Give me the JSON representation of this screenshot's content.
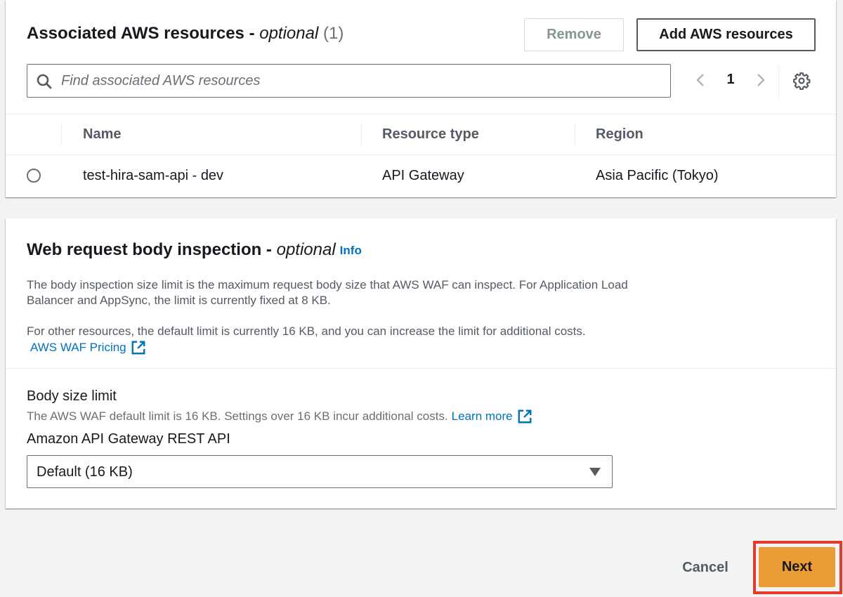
{
  "resources_panel": {
    "title": "Associated AWS resources - ",
    "title_optional": "optional",
    "title_count": " (1)",
    "remove_label": "Remove",
    "add_label": "Add AWS resources",
    "search_placeholder": "Find associated AWS resources",
    "pager_current": "1",
    "columns": [
      "Name",
      "Resource type",
      "Region"
    ],
    "rows": [
      {
        "name": "test-hira-sam-api - dev",
        "type": "API Gateway",
        "region": "Asia Pacific (Tokyo)",
        "selected": false
      }
    ]
  },
  "body_inspection_panel": {
    "title": "Web request body inspection - ",
    "title_optional": "optional",
    "info_label": "Info",
    "paragraph_1": "The body inspection size limit is the maximum request body size that AWS WAF can inspect. For Application Load Balancer and AppSync, the limit is currently fixed at 8 KB.",
    "paragraph_2": "For other resources, the default limit is currently 16 KB, and you can increase the limit for additional costs.",
    "pricing_link": "AWS WAF Pricing",
    "size_limit_label": "Body size limit",
    "size_limit_description": "The AWS WAF default limit is 16 KB. Settings over 16 KB incur additional costs.",
    "learn_more_label": "Learn more",
    "api_label": "Amazon API Gateway REST API",
    "select_value": "Default (16 KB)"
  },
  "footer": {
    "cancel_label": "Cancel",
    "next_label": "Next"
  },
  "colors": {
    "primary_button": "#ec9c34",
    "link": "#0073bb",
    "highlight": "#e53b2c"
  },
  "icons": [
    "search-icon",
    "chevron-left-icon",
    "chevron-right-icon",
    "gear-icon",
    "external-link-icon",
    "caret-down-icon"
  ]
}
